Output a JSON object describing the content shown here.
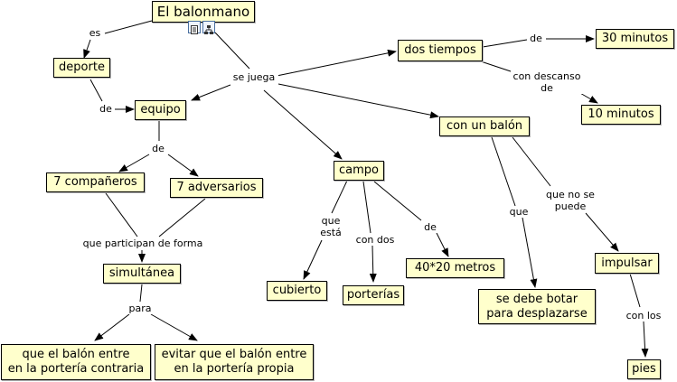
{
  "concepts": {
    "root": "El balonmano",
    "deporte": "deporte",
    "equipo": "equipo",
    "companeros": "7 compañeros",
    "adversarios": "7 adversarios",
    "simultanea": "simultánea",
    "contraria": "que el balón entre\nen la portería contraria",
    "propia": "evitar que el balón entre\nen la portería propia",
    "campo": "campo",
    "cubierto": "cubierto",
    "porterias": "porterías",
    "metros": "40*20 metros",
    "dos_tiempos": "dos tiempos",
    "treinta": "30 minutos",
    "diez": "10 minutos",
    "balon": "con un balón",
    "botar": "se debe botar\npara desplazarse",
    "impulsar": "impulsar",
    "pies": "pies"
  },
  "links": {
    "es": "es",
    "de1": "de",
    "se_juega": "se juega",
    "de2": "de",
    "participan": "que participan de forma",
    "para": "para",
    "que_esta": "que\nestá",
    "con_dos": "con dos",
    "de3": "de",
    "de4": "de",
    "descanso": "con descanso\nde",
    "que": "que",
    "no_puede": "que no se\npuede",
    "con_los": "con los"
  },
  "icons": [
    "document-icon",
    "hierarchy-icon"
  ]
}
